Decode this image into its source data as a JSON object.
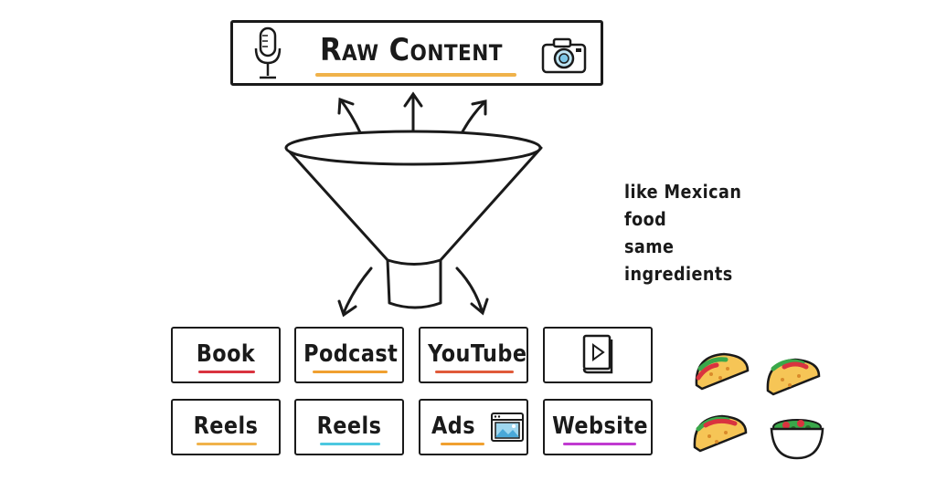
{
  "header": {
    "title": "Raw Content",
    "underline_color": "#f0b24a",
    "left_icon": "microphone-icon",
    "right_icon": "camera-icon"
  },
  "note": {
    "line1": "like Mexican food",
    "line2": "same ingredients"
  },
  "funnel_icon": "funnel-icon",
  "cards": [
    {
      "label": "Book",
      "underline": "#d9333f"
    },
    {
      "label": "Podcast",
      "underline": "#f0a030"
    },
    {
      "label": "YouTube",
      "underline": "#e05a3a"
    },
    {
      "label": "",
      "icon": "video-book-icon"
    },
    {
      "label": "Reels",
      "underline": "#f0b24a"
    },
    {
      "label": "Reels",
      "underline": "#4cc8e0"
    },
    {
      "label": "Ads",
      "underline": "#f0a030",
      "icon": "browser-image-icon"
    },
    {
      "label": "Website",
      "underline": "#c03ad0"
    }
  ],
  "food_icons": [
    "taco-icon",
    "taco-icon",
    "taco-icon",
    "salad-bowl-icon"
  ]
}
